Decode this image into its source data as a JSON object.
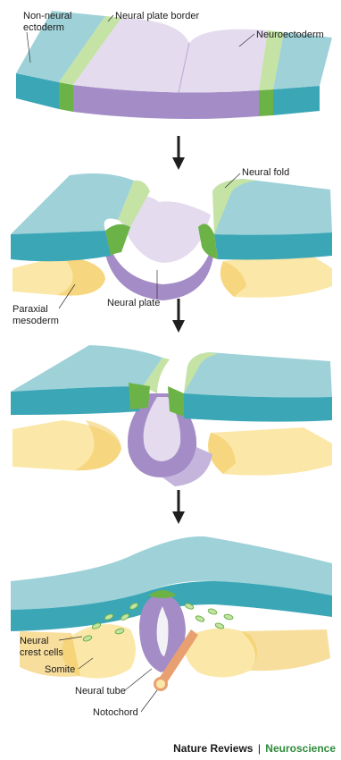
{
  "colors": {
    "ectoderm_top": "#9ed1d8",
    "ectoderm_side": "#3aa6b6",
    "neural_plate_top": "#e4dbee",
    "neural_plate_side": "#a48cc6",
    "border": "#c4e3a4",
    "border_dark": "#6cb347",
    "mesoderm": "#fbe7a8",
    "mesoderm_dark": "#f2c85c",
    "notochord": "#e9a070",
    "arrow": "#1e1e1e"
  },
  "stage1": {
    "non_neural_ectoderm": [
      "Non-neural",
      "ectoderm"
    ],
    "neural_plate_border": "Neural plate border",
    "neuroectoderm": "Neuroectoderm"
  },
  "stage2": {
    "neural_fold": "Neural fold",
    "paraxial_mesoderm": [
      "Paraxial",
      "mesoderm"
    ],
    "neural_plate": "Neural plate"
  },
  "stage4": {
    "neural_crest_cells": [
      "Neural",
      "crest cells"
    ],
    "somite": "Somite",
    "neural_tube": "Neural tube",
    "notochord": "Notochord"
  },
  "credit": {
    "journal": "Nature Reviews",
    "separator": "|",
    "section": "Neuroscience"
  }
}
